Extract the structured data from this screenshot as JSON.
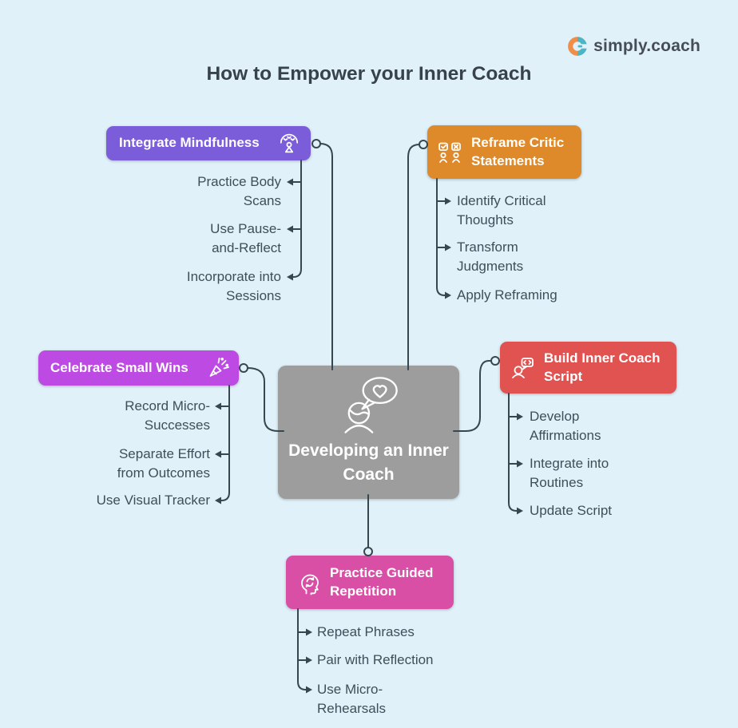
{
  "logo": {
    "brand": "simply.coach",
    "orange": "#ef8e49",
    "teal": "#4db4c4"
  },
  "title": "How to Empower your Inner Coach",
  "center_node": {
    "label": "Developing an Inner Coach",
    "color": "#9d9d9d",
    "icon": "person-heart-speech-icon"
  },
  "line_color": "#37474f",
  "background": "#e0f1f9",
  "branches": [
    {
      "id": "mindfulness",
      "label": "Integrate Mindfulness",
      "color": "#7c5dd9",
      "icon": "meditating-person-icon",
      "items": [
        "Practice Body Scans",
        "Use Pause-and-Reflect",
        "Incorporate into Sessions"
      ]
    },
    {
      "id": "reframe",
      "label": "Reframe Critic Statements",
      "color": "#de8a2b",
      "icon": "people-check-cross-icon",
      "items": [
        "Identify Critical Thoughts",
        "Transform Judgments",
        "Apply Reframing"
      ]
    },
    {
      "id": "celebrate",
      "label": "Celebrate Small Wins",
      "color": "#bd4be3",
      "icon": "party-popper-icon",
      "items": [
        "Record Micro-Successes",
        "Separate Effort from Outcomes",
        "Use Visual Tracker"
      ]
    },
    {
      "id": "build",
      "label": "Build Inner Coach Script",
      "color": "#e15351",
      "icon": "person-speech-bubble-icon",
      "items": [
        "Develop Affirmations",
        "Integrate into Routines",
        "Update Script"
      ]
    },
    {
      "id": "practice",
      "label": "Practice Guided Repetition",
      "color": "#d94fa6",
      "icon": "head-repeat-icon",
      "items": [
        "Repeat Phrases",
        "Pair with Reflection",
        "Use Micro-Rehearsals"
      ]
    }
  ]
}
